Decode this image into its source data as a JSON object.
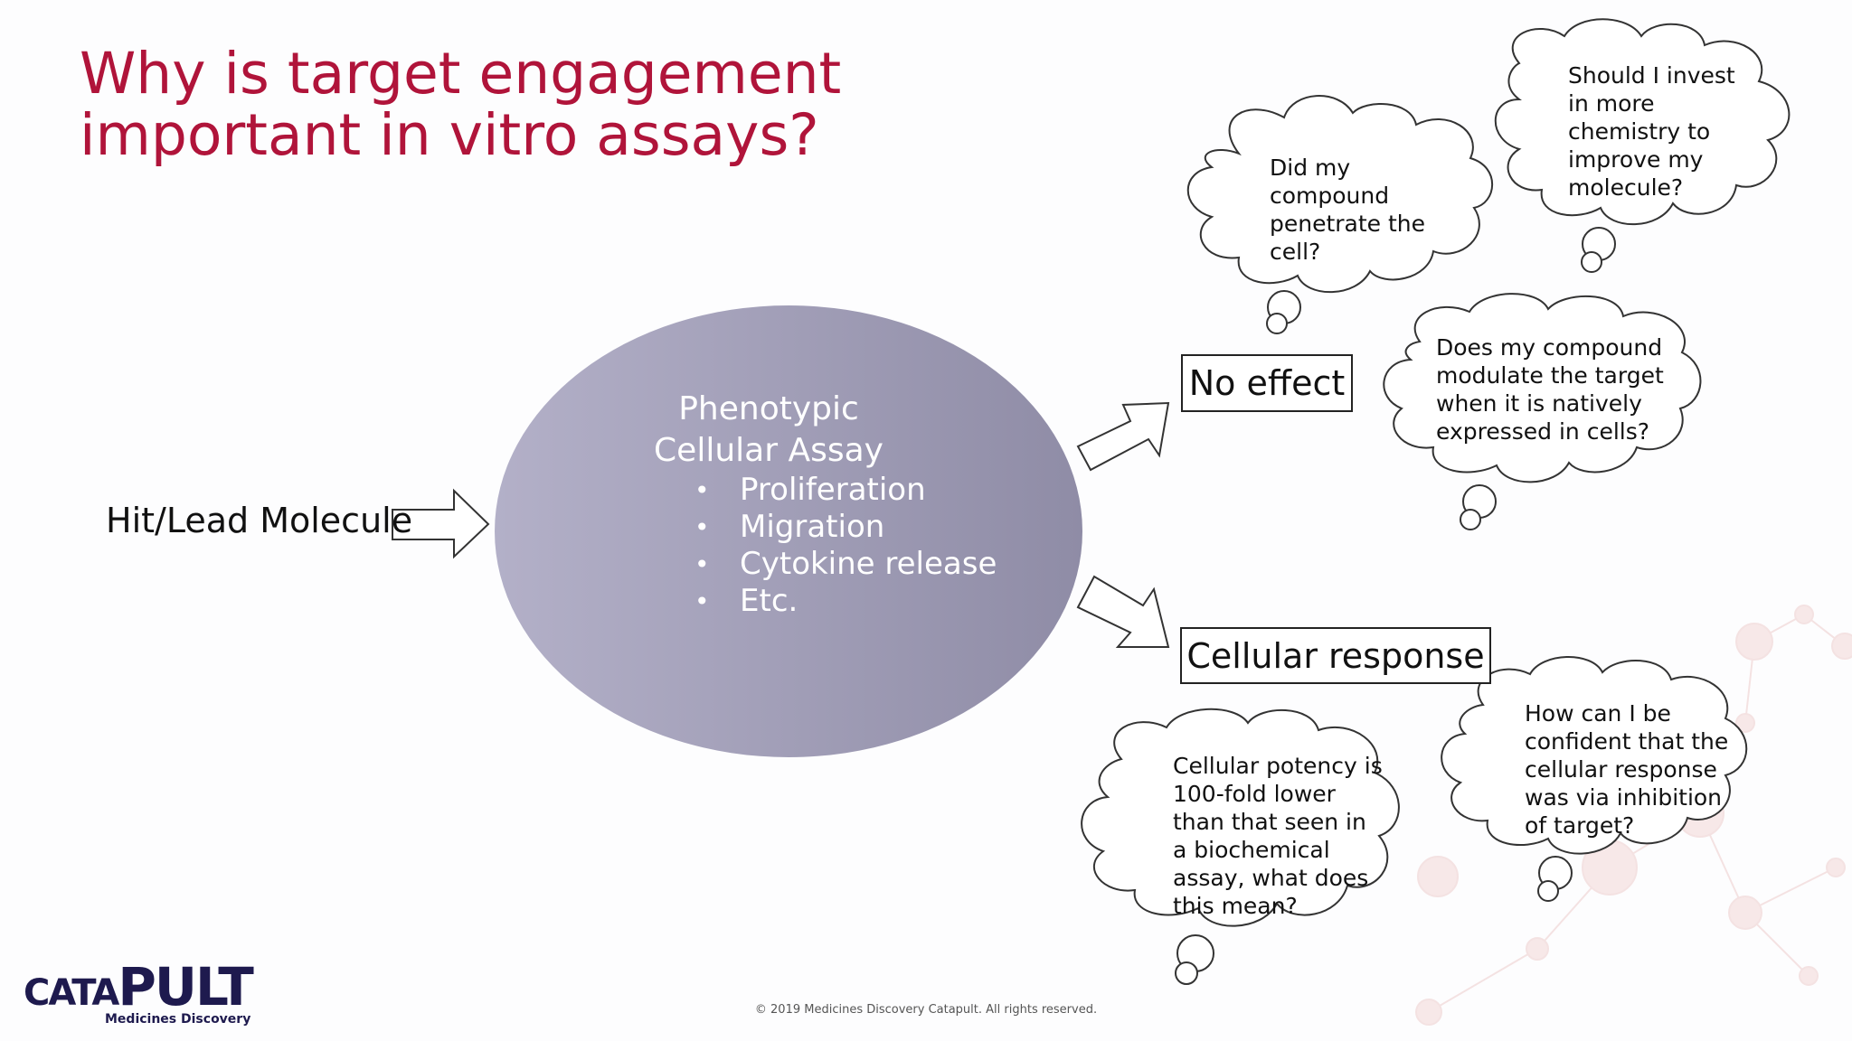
{
  "slide": {
    "title": "Why is target engagement important in vitro assays?",
    "input_label": "Hit/Lead Molecule",
    "assay": {
      "title_line1": "Phenotypic",
      "title_line2": "Cellular Assay",
      "items": [
        "Proliferation",
        "Migration",
        "Cytokine release",
        "Etc."
      ]
    },
    "outcomes": {
      "no_effect": "No effect",
      "cellular_response": "Cellular response"
    },
    "thoughts": [
      "Did my\ncompound\npenetrate the\ncell?",
      "Should I invest\nin more\nchemistry to\nimprove my\nmolecule?",
      "Does my compound\nmodulate the target\nwhen it is natively\nexpressed in cells?",
      "Cellular potency is\n100-fold lower\nthan that seen in\na biochemical\nassay, what does\nthis mean?",
      "How can I be\nconfident that the\ncellular response\nwas via inhibition\nof target?"
    ],
    "footer": "© 2019 Medicines Discovery Catapult. All rights reserved.",
    "logo": {
      "word_part1": "CATA",
      "word_part2": "PULT",
      "subtitle": "Medicines Discovery"
    },
    "colors": {
      "title": "#b0143a",
      "ellipse_light": "#b3b0c8",
      "ellipse_dark": "#8f8ca6",
      "logo": "#1e1a4e"
    }
  }
}
